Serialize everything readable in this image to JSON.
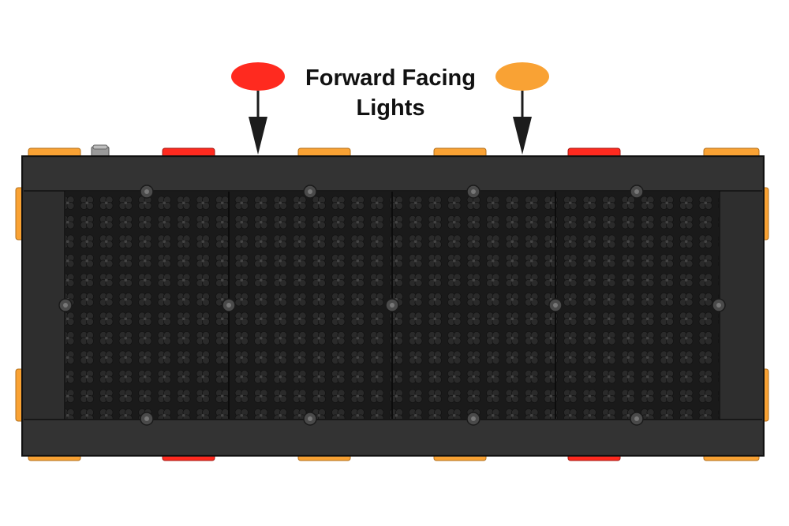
{
  "annotation": {
    "line1": "Forward Facing",
    "line2": "Lights"
  },
  "colors": {
    "red_light": "#ff2a1f",
    "amber_light": "#f9a234",
    "frame": "#2e2e2e",
    "led_panel": "#1a1a1a",
    "arrow": "#1c1c1c"
  },
  "panel": {
    "module_count": 4,
    "led_rows": 12,
    "led_cols_per_module": 8
  },
  "icons": {
    "red_marker": "red-light-marker-icon",
    "amber_marker": "amber-light-marker-icon",
    "arrow": "down-arrow-icon"
  }
}
